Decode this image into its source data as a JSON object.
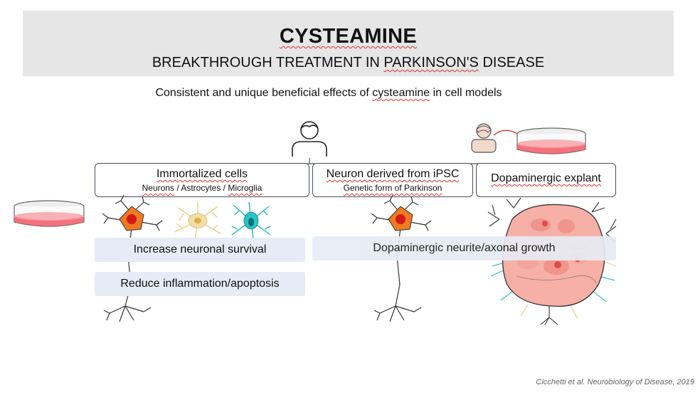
{
  "header": {
    "title": "CYSTEAMINE",
    "subtitle_a": "BREAKTHROUGH TREATMENT IN ",
    "subtitle_b": "PARKINSON'S",
    "subtitle_c": " DISEASE"
  },
  "lead": {
    "a": "Consistent and unique beneficial effects of ",
    "b": "cysteamine",
    "c": " in cell models"
  },
  "boxes": [
    {
      "title": "Immortalized cells",
      "sub_a": "Neurons",
      "sub_b": " / Astrocytes / ",
      "sub_c": "Microglia"
    },
    {
      "title": "Neuron derived from iPSC",
      "sub": "Genetic form of Parkinson"
    },
    {
      "title": "Dopaminergic explant"
    }
  ],
  "effects": {
    "survival": "Increase neuronal survival",
    "inflammation": "Reduce inflammation/apoptosis",
    "growth": "Dopaminergic neurite/axonal growth"
  },
  "citation": "Cicchetti et al. Neurobiology of Disease, 2019",
  "colors": {
    "header_bg": "#e6e6e6",
    "pill_bg": "#e7ebf5",
    "neuron_orange": "#f07a22",
    "astrocyte_yellow": "#f2dfa6",
    "microglia_teal": "#26c6c6",
    "dish_red": "#f05a64",
    "explant_pink": "#f6b0a6"
  },
  "icons": [
    "person-icon",
    "surgeon-icon",
    "petri-dish-icon",
    "neuron-icon",
    "astrocyte-icon",
    "microglia-icon",
    "explant-tissue-icon"
  ]
}
